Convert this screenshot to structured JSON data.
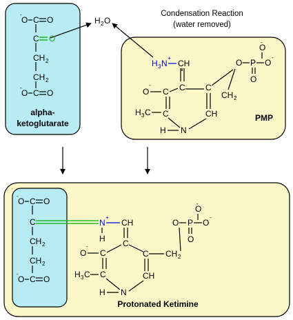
{
  "colors": {
    "blue_panel": "#b7ecf4",
    "yellow_panel": "#fbf7c9",
    "panel_stroke": "#000000",
    "nitrogen": "#0000dd",
    "new_bond": "#22aa22"
  },
  "caption": {
    "title": "Condensation Reaction",
    "subtitle": "(water removed)"
  },
  "water": {
    "H": "H",
    "sub": "2",
    "O": "O"
  },
  "labels": {
    "akg_line1": "alpha-",
    "akg_line2": "ketoglutarate",
    "pmp": "PMP",
    "product": "Protonated Ketimine"
  },
  "atoms": {
    "O": "O",
    "C": "C",
    "N": "N",
    "H": "H",
    "P": "P",
    "CH": "CH",
    "CH2": "CH",
    "H3C": "H",
    "H3N": "H",
    "charge_minus": "-",
    "charge_plus": "+",
    "sub2": "2",
    "sub3": "3"
  }
}
